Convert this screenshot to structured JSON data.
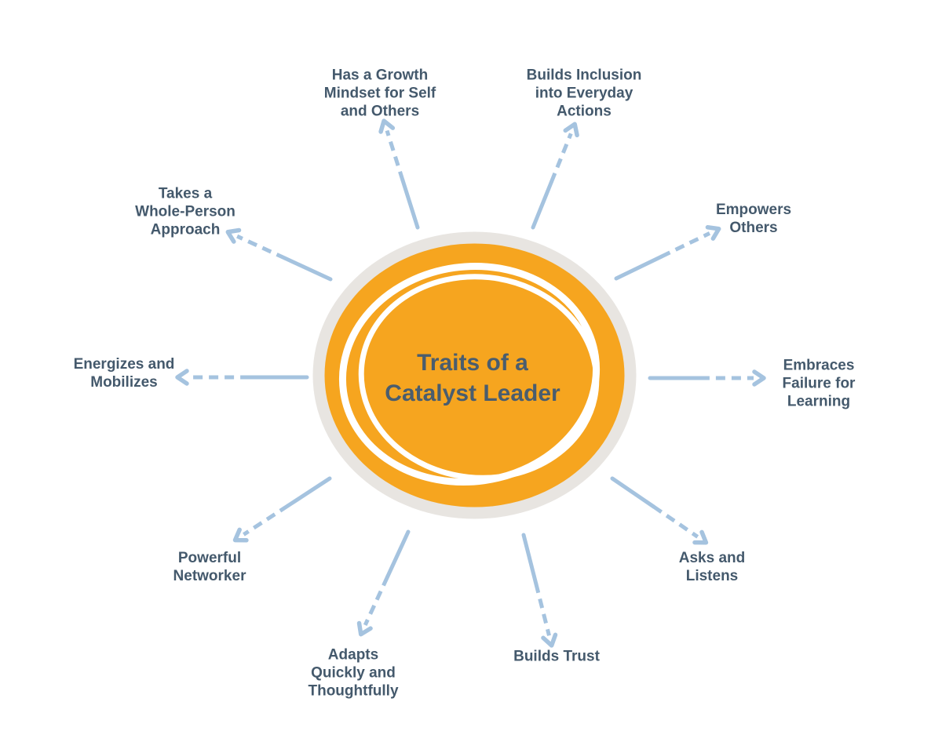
{
  "diagram": {
    "title": "Traits of a\nCatalyst Leader",
    "traits": [
      {
        "id": "growth-mindset",
        "label": "Has a Growth\nMindset for Self\nand Others"
      },
      {
        "id": "builds-inclusion",
        "label": "Builds Inclusion\ninto Everyday\nActions"
      },
      {
        "id": "empowers-others",
        "label": "Empowers\nOthers"
      },
      {
        "id": "embraces-failure",
        "label": "Embraces\nFailure for\nLearning"
      },
      {
        "id": "asks-listens",
        "label": "Asks and\nListens"
      },
      {
        "id": "builds-trust",
        "label": "Builds Trust"
      },
      {
        "id": "adapts",
        "label": "Adapts\nQuickly and\nThoughtfully"
      },
      {
        "id": "powerful-networker",
        "label": "Powerful\nNetworker"
      },
      {
        "id": "energizes-mobilizes",
        "label": "Energizes and\nMobilizes"
      },
      {
        "id": "whole-person",
        "label": "Takes a\nWhole-Person\nApproach"
      }
    ],
    "colors": {
      "background": "#FFFFFF",
      "center_fill": "#F6A51F",
      "center_ring": "#E8E5E1",
      "brush_stroke": "#FFFFFF",
      "title_text": "#4A5D6E",
      "label_text": "#44596C",
      "arrow": "#A5C3DF"
    }
  }
}
